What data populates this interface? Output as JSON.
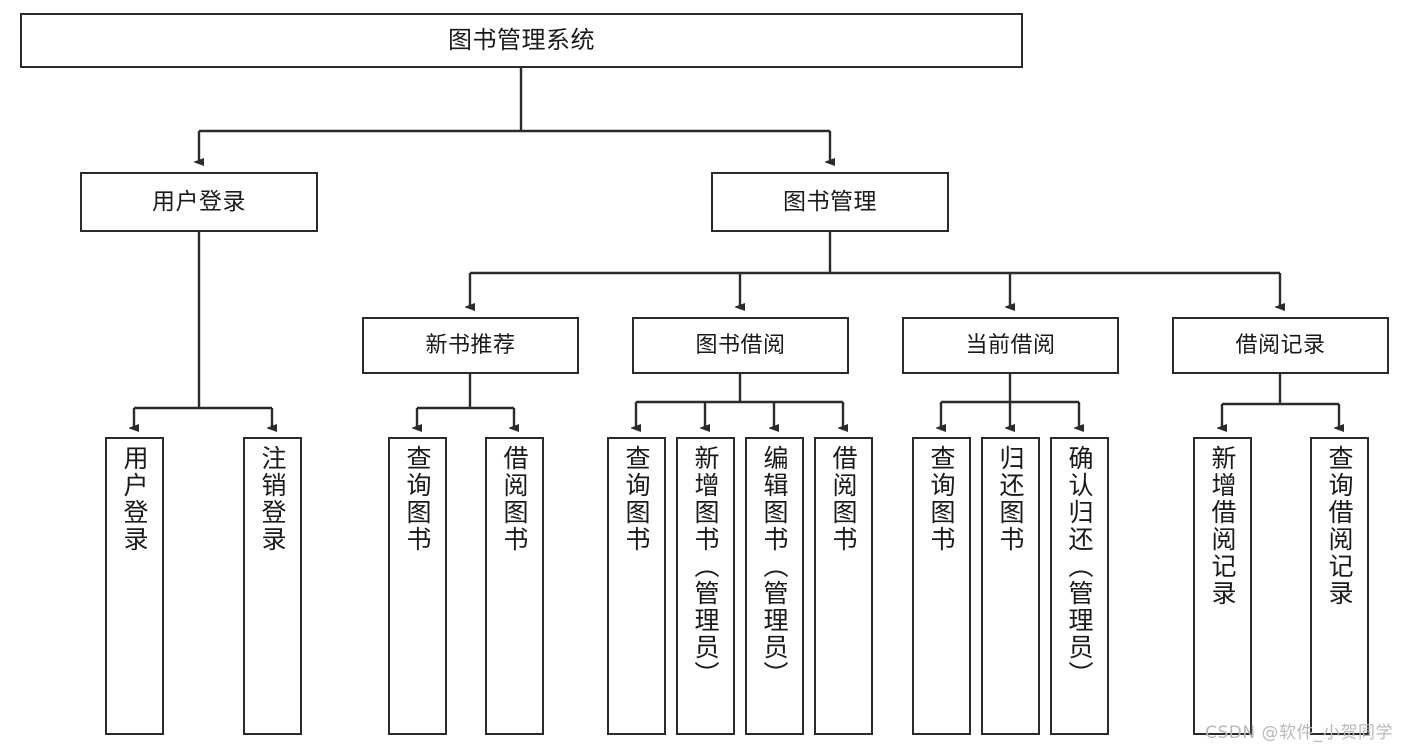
{
  "diagram": {
    "title": "图书管理系统",
    "watermark": "CSDN @软件_小贺同学",
    "accent_color": "#2b2b2b",
    "background_color": "#ffffff",
    "nodes": {
      "root": {
        "label": "图书管理系统"
      },
      "user_login": {
        "label": "用户登录"
      },
      "book_manage": {
        "label": "图书管理"
      },
      "new_book_rec": {
        "label": "新书推荐"
      },
      "book_borrow": {
        "label": "图书借阅"
      },
      "current_borrow": {
        "label": "当前借阅"
      },
      "borrow_record": {
        "label": "借阅记录"
      },
      "leaf_user_login": {
        "label": "用户登录"
      },
      "leaf_logout": {
        "label": "注销登录"
      },
      "leaf_query_book_1": {
        "label": "查询图书"
      },
      "leaf_borrow_book_1": {
        "label": "借阅图书"
      },
      "leaf_query_book_2": {
        "label": "查询图书"
      },
      "leaf_add_book": {
        "label": "新增图书（管理员）"
      },
      "leaf_edit_book": {
        "label": "编辑图书（管理员）"
      },
      "leaf_borrow_book_2": {
        "label": "借阅图书"
      },
      "leaf_query_book_3": {
        "label": "查询图书"
      },
      "leaf_return_book": {
        "label": "归还图书"
      },
      "leaf_confirm_return": {
        "label": "确认归还（管理员）"
      },
      "leaf_add_record": {
        "label": "新增借阅记录"
      },
      "leaf_query_record": {
        "label": "查询借阅记录"
      }
    }
  }
}
